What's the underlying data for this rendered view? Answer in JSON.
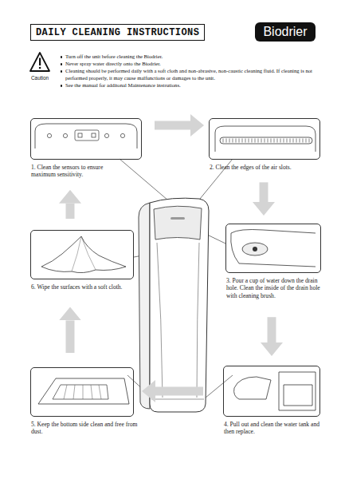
{
  "diagram": {
    "title": "DAILY CLEANING INSTRUCTIONS",
    "nodes": [
      {
        "text": [
          "1. Clean the sensors to ensure maximum sensitivity."
        ]
      },
      {
        "text": [
          "2. Clean the edges of the air slots."
        ]
      },
      {
        "text": [
          "3. Pour a cup of water down the drain hole. Clean the inside of the drain hole with cleaning brush."
        ]
      },
      {
        "text": [
          "4. Pull out and clean the water tank and then replace."
        ]
      },
      {
        "text": [
          "5. Keep the bottom side clean and free from dust."
        ]
      },
      {
        "text": [
          "6. Wipe the surfaces with a soft cloth."
        ]
      }
    ],
    "edges": [
      {
        "from": 0,
        "to": 1,
        "arrow": "to"
      },
      {
        "from": 1,
        "to": 2,
        "arrow": "to"
      },
      {
        "from": 2,
        "to": 3,
        "arrow": "to"
      },
      {
        "from": 3,
        "to": 4,
        "arrow": "to"
      },
      {
        "from": 4,
        "to": 5,
        "arrow": "to"
      },
      {
        "from": 5,
        "to": 0,
        "arrow": "to"
      }
    ],
    "labels": [
      "Biodrier",
      "Caution",
      "Turn off the unit before cleaning the Biodrier.",
      "Never spray water directly onto the Biodrier.",
      "Cleaning should be performed daily with a soft cloth and non-abrasive, non-caustic cleaning fluid. If cleaning is not performed properly, it may cause malfunctions or damages to the unit.",
      "See the manual for additonal Maintenance instrutions."
    ]
  }
}
